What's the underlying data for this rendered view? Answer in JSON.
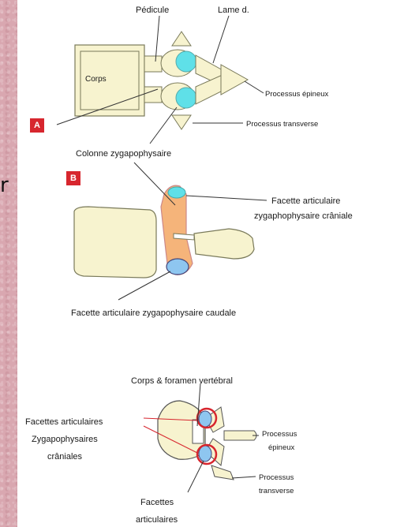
{
  "slide": {
    "left_text": "r"
  },
  "panel_a": {
    "tag": "A",
    "body_label": "Corps",
    "labels": {
      "pedicule": "Pédicule",
      "lame": "Lame d.",
      "processus_epineux": "Processus épineux",
      "processus_transverse": "Processus transverse",
      "colonne": "Colonne zygapophysaire"
    }
  },
  "panel_b": {
    "tag": "B",
    "labels": {
      "cranial_1": "Facette articulaire",
      "cranial_2": "zygaphophysaire crâniale",
      "caudale": "Facette articulaire zygapophysaire caudale"
    }
  },
  "panel_c": {
    "labels": {
      "corps_foramen": "Corps & foramen vertébral",
      "facettes_cran_1": "Facettes articulaires",
      "facettes_cran_2": "Zygapophysaires",
      "facettes_cran_3": "crâniales",
      "epineux_1": "Processus",
      "epineux_2": "épineux",
      "transverse_1": "Processus",
      "transverse_2": "transverse",
      "facettes_bas_1": "Facettes",
      "facettes_bas_2": "articulaires"
    }
  },
  "colors": {
    "body_fill": "#f7f3cf",
    "facet_cyan": "#5fe0e8",
    "facet_blue": "#8ec6f0",
    "column_orange": "#f5b47a",
    "marker_red": "#d7262e"
  }
}
